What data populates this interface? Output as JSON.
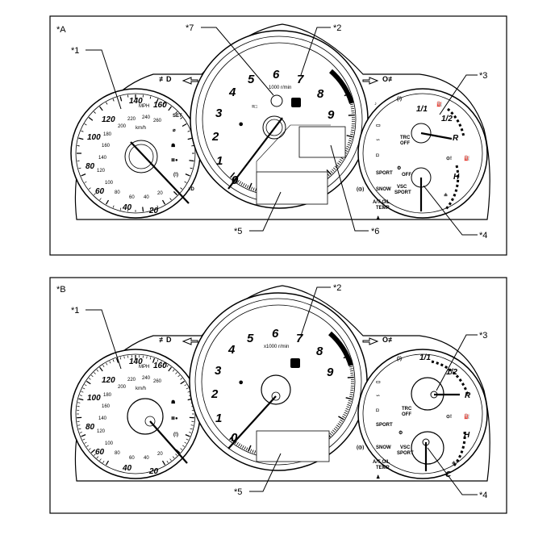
{
  "panels": [
    {
      "label": "*A",
      "callouts": {
        "c1": "*1",
        "c2": "*2",
        "c3": "*3",
        "c4": "*4",
        "c5": "*5",
        "c6": "*6",
        "c7": "*7"
      },
      "speedo": {
        "mph": [
          "20",
          "40",
          "60",
          "80",
          "100",
          "120",
          "140",
          "160"
        ],
        "mph_unit": "MPH",
        "kmh": [
          "20",
          "40",
          "60",
          "80",
          "100",
          "120",
          "140",
          "160",
          "180",
          "200",
          "220",
          "240",
          "260"
        ],
        "kmh_unit": "km/h",
        "indicators": {
          "set": "SET"
        }
      },
      "tacho": {
        "numbers": [
          "0",
          "1",
          "2",
          "3",
          "4",
          "5",
          "6",
          "7",
          "8",
          "9"
        ],
        "unit": "1000 r/min"
      },
      "right": {
        "fuel": {
          "full": "1/1",
          "half": "1/2",
          "low": "R"
        },
        "temp": {
          "hot": "H"
        },
        "texts": {
          "trc": "TRC",
          "trc2": "OFF",
          "vsc": "VSC",
          "vsc2": "OFF",
          "vsc3": "SPORT",
          "sport": "SPORT",
          "snow": "SNOW",
          "at1": "A/T OIL",
          "at2": "TEMP"
        }
      }
    },
    {
      "label": "*B",
      "callouts": {
        "c1": "*1",
        "c2": "*2",
        "c3": "*3",
        "c4": "*4",
        "c5": "*5"
      },
      "speedo": {
        "mph": [
          "20",
          "40",
          "60",
          "80",
          "100",
          "120",
          "140",
          "160"
        ],
        "mph_unit": "MPH",
        "kmh": [
          "20",
          "40",
          "60",
          "80",
          "100",
          "120",
          "140",
          "160",
          "180",
          "200",
          "220",
          "240",
          "260"
        ],
        "kmh_unit": "km/h"
      },
      "tacho": {
        "numbers": [
          "0",
          "1",
          "2",
          "3",
          "4",
          "5",
          "6",
          "7",
          "8",
          "9"
        ],
        "unit": "x1000 r/min"
      },
      "right": {
        "fuel": {
          "full": "1/1",
          "half": "1/2",
          "low": "R"
        },
        "temp": {
          "hot": "H",
          "cold": "C"
        },
        "texts": {
          "trc": "TRC",
          "trc2": "OFF",
          "vsc": "VSC",
          "vsc2": "SPORT",
          "sport": "SPORT",
          "snow": "SNOW",
          "at1": "A/T OIL",
          "at2": "TEMP"
        }
      }
    }
  ]
}
